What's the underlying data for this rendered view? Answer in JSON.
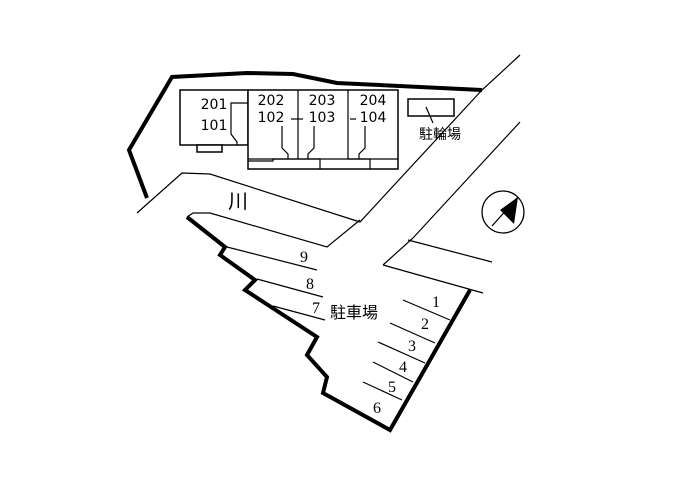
{
  "units": {
    "u201": "201",
    "u101": "101",
    "u202": "202",
    "u102": "102",
    "u203": "203",
    "u103": "103",
    "u204": "204",
    "u104": "104"
  },
  "labels": {
    "bicycle_parking": "駐輪場",
    "river": "川",
    "car_parking": "駐車場"
  },
  "parking_spaces": [
    "1",
    "2",
    "3",
    "4",
    "5",
    "6",
    "7",
    "8",
    "9"
  ],
  "compass": "north-arrow-icon"
}
